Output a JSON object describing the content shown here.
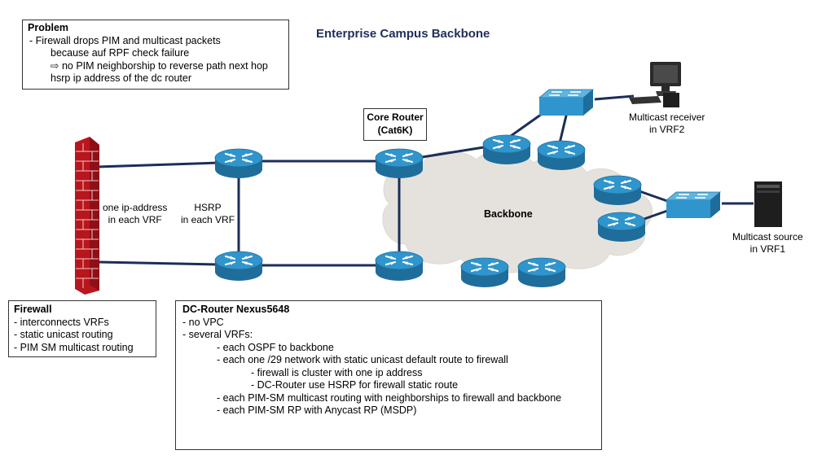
{
  "title": "Enterprise Campus Backbone",
  "problem": {
    "heading": "Problem",
    "lines": [
      "-  Firewall drops PIM and multicast packets",
      "because auf RPF check failure",
      "⇨ no PIM neighborship to reverse path next hop",
      "hsrp ip address of the dc router"
    ]
  },
  "firewall_box": {
    "heading": "Firewall",
    "lines": [
      "-  interconnects VRFs",
      "-  static unicast routing",
      "-  PIM SM multicast routing"
    ]
  },
  "dc_box": {
    "heading": "DC-Router Nexus5648",
    "lines": [
      "- no VPC",
      "- several VRFs:",
      "-   each OSPF to backbone",
      "-   each one /29 network with static unicast default route to firewall",
      "-   firewall is cluster with one ip address",
      "-   DC-Router use HSRP for firewall static route",
      "-   each PIM-SM multicast routing with neighborships to firewall and backbone",
      "-   each PIM-SM RP with Anycast RP (MSDP)"
    ]
  },
  "labels": {
    "core_router": [
      "Core Router",
      "(Cat6K)"
    ],
    "one_ip": [
      "one ip-address",
      "in each VRF"
    ],
    "hsrp": [
      "HSRP",
      "in each VRF"
    ],
    "backbone": "Backbone",
    "receiver": [
      "Multicast receiver",
      "in VRF2"
    ],
    "source": [
      "Multicast source",
      "in VRF1"
    ]
  },
  "icons": [
    "firewall-brick-icon",
    "router-icon",
    "switch-icon",
    "pc-icon",
    "server-icon",
    "cloud-icon"
  ],
  "colors": {
    "link": "#1c2e58",
    "router_face": "#2f95cc",
    "router_side": "#1f6d9b",
    "brick": "#c8232b",
    "cloud": "#e5e2dd",
    "title": "#1f2f5a"
  }
}
